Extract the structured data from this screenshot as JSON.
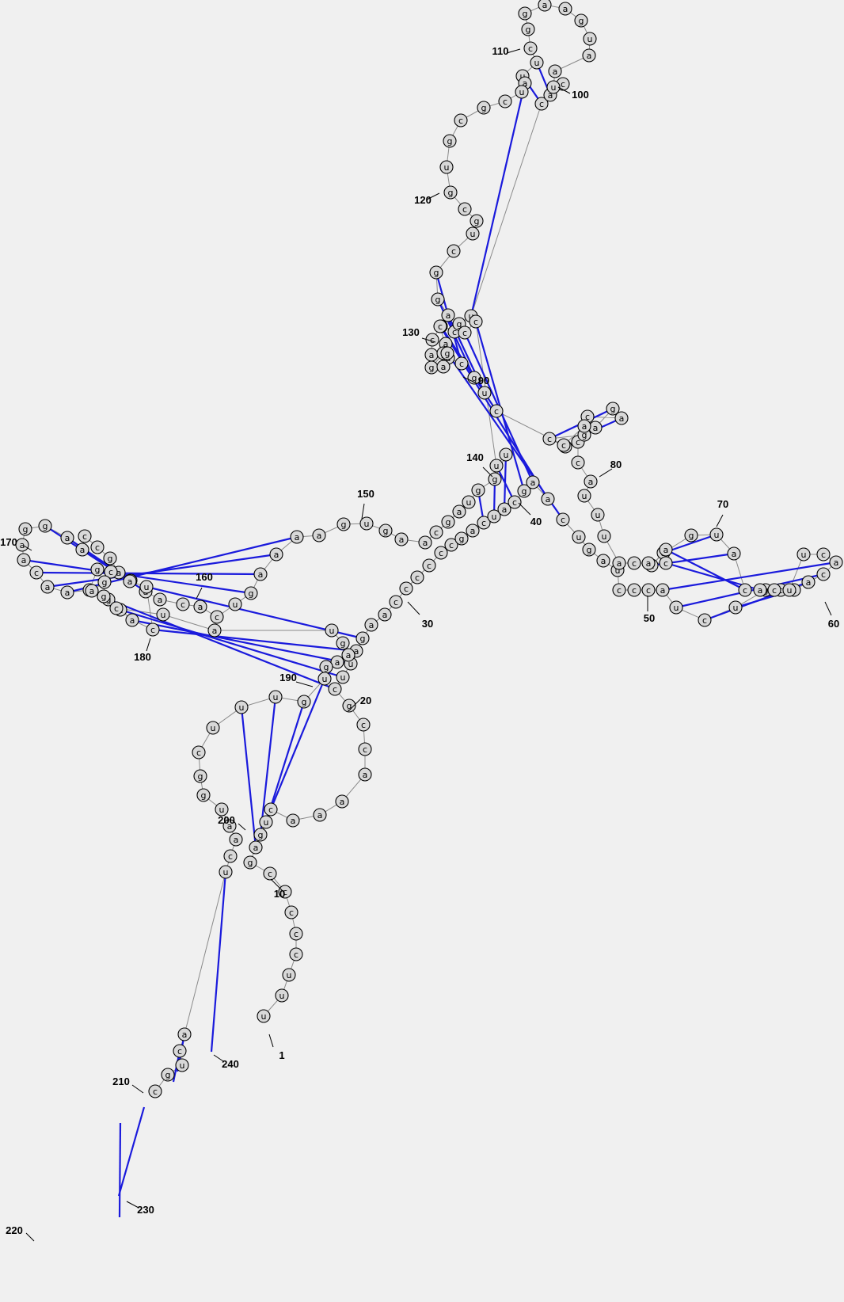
{
  "diagram": {
    "type": "rna-secondary-structure",
    "sequence": "uuucccccgagucaaaaccgcuuagaaccccccgacuacgaacugaucccaucugcaacacuucacaugauacacauuuaccucgcagaaccugcaacgucacuaaugaaggcuuaucgcgugcgucggaucaggagcccuugguagcaagugaaaagucacaagagccaaggaacaaugcaucaugaggcuaugaaguguuucgguaacuacugc",
    "length": 240,
    "pair_color": "#1a1adc",
    "backbone_color": "#8a8a8a",
    "node_fill": "#d8d8d8",
    "background": "#f0f0f0",
    "labels": [
      "1",
      "10",
      "20",
      "30",
      "40",
      "50",
      "60",
      "70",
      "80",
      "90",
      "100",
      "110",
      "120",
      "130",
      "140",
      "150",
      "160",
      "170",
      "180",
      "190",
      "200",
      "210",
      "220",
      "230",
      "240"
    ]
  }
}
